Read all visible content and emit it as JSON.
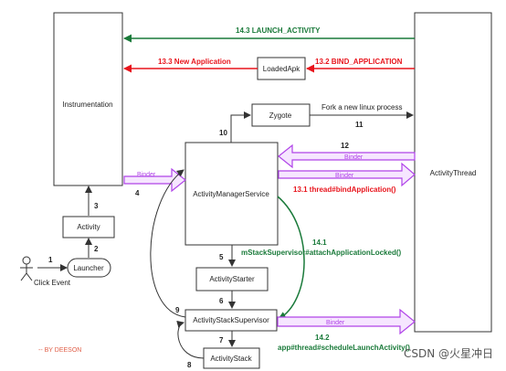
{
  "boxes": {
    "instrumentation": "Instrumentation",
    "activity": "Activity",
    "launcher": "Launcher",
    "loaded_apk": "LoadedApk",
    "zygote": "Zygote",
    "ams": "ActivityManagerService",
    "activity_starter": "ActivityStarter",
    "stack_supervisor": "ActivityStackSupervisor",
    "activity_stack": "ActivityStack",
    "activity_thread": "ActivityThread"
  },
  "actor": {
    "label": "Click Event"
  },
  "labels": {
    "launch_activity": "14.3  LAUNCH_ACTIVITY",
    "new_application": "13.3  New Application",
    "bind_application": "13.2  BIND_APPLICATION",
    "fork_process": "Fork a new linux process",
    "step_11": "11",
    "step_10": "10",
    "step_12": "12",
    "binder_12": "Binder",
    "binder_ams_at": "Binder",
    "binder_inst_ams": "Binder",
    "step_4": "4",
    "thread_bind": "13.1  thread#bindApplication()",
    "step_14_1": "14.1",
    "attach_app": "mStackSupervisor#attachApplicationLocked()",
    "step_3": "3",
    "step_2": "2",
    "step_1": "1",
    "step_5": "5",
    "step_6": "6",
    "step_9": "9",
    "step_7": "7",
    "step_8": "8",
    "binder_ss_at": "Binder",
    "step_14_2": "14.2",
    "schedule_launch": "app#thread#scheduleLaunchActivity()",
    "author": "-- BY DEESON",
    "watermark": "CSDN @火星冲日"
  },
  "colors": {
    "green": "#1a7a3a",
    "red": "#e8141c",
    "purple": "#b044e8",
    "purple_fill": "#f6e6ff",
    "line": "#333333",
    "author": "#e0604a"
  }
}
